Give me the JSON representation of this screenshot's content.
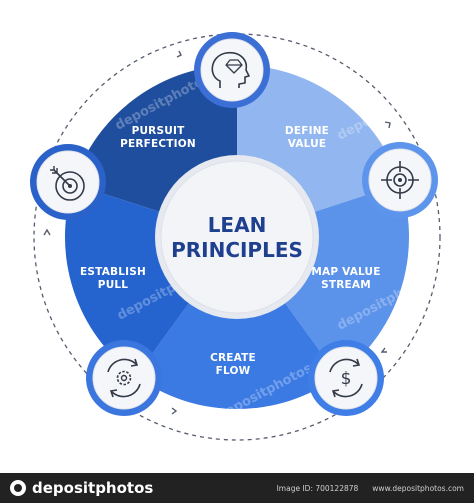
{
  "diagram": {
    "center_title_line1": "LEAN",
    "center_title_line2": "PRINCIPLES",
    "segments": [
      {
        "line1": "PURSUIT",
        "line2": "PERFECTION",
        "icon": "head-diamond-icon",
        "color": "#1f4e9e"
      },
      {
        "line1": "DEFINE",
        "line2": "VALUE",
        "icon": "target-crosshair-icon",
        "color": "#92b6ef"
      },
      {
        "line1": "MAP VALUE",
        "line2": "STREAM",
        "icon": "dollar-cycle-icon",
        "color": "#5b92ea"
      },
      {
        "line1": "CREATE",
        "line2": "FLOW",
        "icon": "gear-cycle-icon",
        "color": "#3b7ae3"
      },
      {
        "line1": "ESTABLISH",
        "line2": "PULL",
        "icon": "dart-target-icon",
        "color": "#2563cf"
      }
    ],
    "watermark": "depositphotos"
  },
  "footer": {
    "brand": "depositphotos",
    "image_id": "Image ID: 700122878",
    "site": "www.depositphotos.com"
  }
}
